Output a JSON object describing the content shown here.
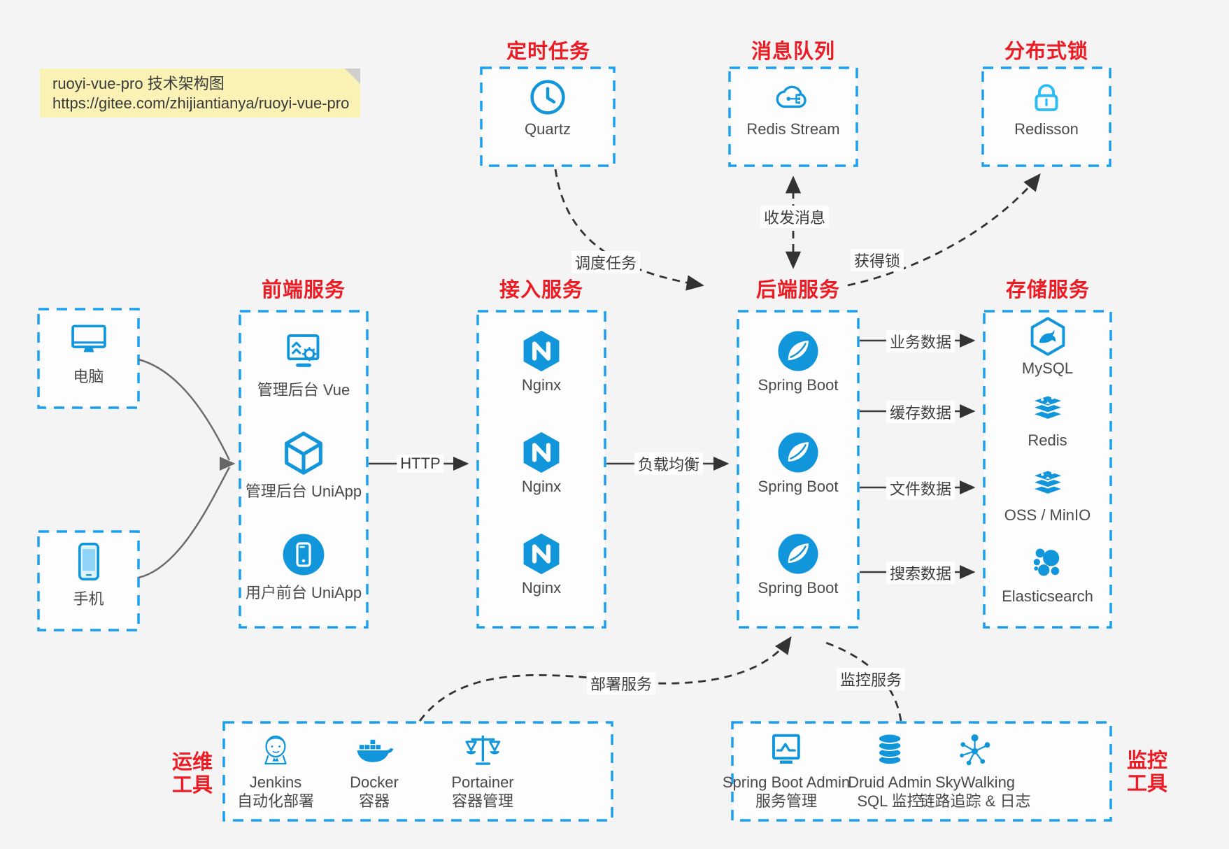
{
  "note": {
    "line1": "ruoyi-vue-pro 技术架构图",
    "line2": "https://gitee.com/zhijiantianya/ruoyi-vue-pro"
  },
  "colors": {
    "background": "#f4f4f5",
    "box_dash_blue": "#1ba0f0",
    "icon_blue": "#1296db",
    "lock_blue": "#2cbcf5",
    "title_red": "#ec1c24",
    "label_gray": "#4a4a4a",
    "arrow_dark": "#333333",
    "arrow_gray": "#666666",
    "note_yellow": "#faf2b4"
  },
  "groups": {
    "scheduled": {
      "title": "定时任务",
      "item": {
        "label": "Quartz",
        "icon": "clock-icon"
      }
    },
    "mq": {
      "title": "消息队列",
      "item": {
        "label": "Redis Stream",
        "icon": "redis-stream-cloud-icon"
      }
    },
    "lock": {
      "title": "分布式锁",
      "item": {
        "label": "Redisson",
        "icon": "lock-icon"
      }
    },
    "frontend": {
      "title": "前端服务",
      "items": [
        {
          "label": "管理后台 Vue",
          "icon": "admin-vue-icon"
        },
        {
          "label": "管理后台 UniApp",
          "icon": "uniapp-cube-icon"
        },
        {
          "label": "用户前台 UniApp",
          "icon": "mobile-app-icon"
        }
      ]
    },
    "gateway": {
      "title": "接入服务",
      "items": [
        {
          "label": "Nginx",
          "icon": "nginx-icon"
        },
        {
          "label": "Nginx",
          "icon": "nginx-icon"
        },
        {
          "label": "Nginx",
          "icon": "nginx-icon"
        }
      ]
    },
    "backend": {
      "title": "后端服务",
      "items": [
        {
          "label": "Spring Boot",
          "icon": "spring-boot-icon"
        },
        {
          "label": "Spring Boot",
          "icon": "spring-boot-icon"
        },
        {
          "label": "Spring Boot",
          "icon": "spring-boot-icon"
        }
      ]
    },
    "storage": {
      "title": "存储服务",
      "items": [
        {
          "label": "MySQL",
          "icon": "mysql-icon"
        },
        {
          "label": "Redis",
          "icon": "redis-icon"
        },
        {
          "label": "OSS / MinIO",
          "icon": "oss-icon"
        },
        {
          "label": "Elasticsearch",
          "icon": "elasticsearch-icon"
        }
      ]
    },
    "devices": {
      "items": [
        {
          "label": "电脑",
          "icon": "desktop-icon"
        },
        {
          "label": "手机",
          "icon": "phone-icon"
        }
      ]
    },
    "ops": {
      "title_lines": [
        "运维",
        "工具"
      ],
      "items": [
        {
          "name": "Jenkins",
          "desc": "自动化部署",
          "icon": "jenkins-icon"
        },
        {
          "name": "Docker",
          "desc": "容器",
          "icon": "docker-icon"
        },
        {
          "name": "Portainer",
          "desc": "容器管理",
          "icon": "portainer-icon"
        }
      ]
    },
    "monitor": {
      "title_lines": [
        "监控",
        "工具"
      ],
      "items": [
        {
          "name": "Spring Boot Admin",
          "desc": "服务管理",
          "icon": "spring-boot-admin-icon"
        },
        {
          "name": "Druid Admin",
          "desc": "SQL 监控",
          "icon": "druid-icon"
        },
        {
          "name": "SkyWalking",
          "desc": "链路追踪 & 日志",
          "icon": "skywalking-icon"
        }
      ]
    }
  },
  "edges": {
    "http": "HTTP",
    "load_balance": "负载均衡",
    "schedule_task": "调度任务",
    "send_receive_msg": "收发消息",
    "acquire_lock": "获得锁",
    "biz_data": "业务数据",
    "cache_data": "缓存数据",
    "file_data": "文件数据",
    "search_data": "搜索数据",
    "deploy_service": "部署服务",
    "monitor_service": "监控服务"
  }
}
